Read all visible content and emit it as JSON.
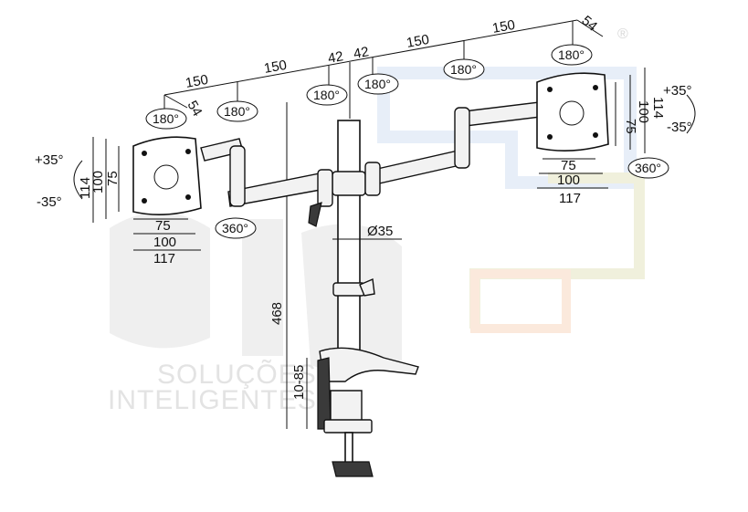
{
  "watermark": {
    "logo": "elg",
    "line1": "SOLUÇÕES",
    "line2": "INTELIGENTES",
    "registered": "®"
  },
  "dimensions": {
    "arm_left_outer": "150",
    "arm_left_inner": "150",
    "arm_right_inner": "150",
    "arm_right_outer": "150",
    "center_left": "42",
    "center_right": "42",
    "plate_offset_left": "54",
    "plate_offset_right": "54",
    "pole_diameter": "Ø35",
    "pole_height": "468",
    "clamp_range": "10-85"
  },
  "left_plate": {
    "h114": "114",
    "h100": "100",
    "h75": "75",
    "w75": "75",
    "w100": "100",
    "w117": "117",
    "tilt_up": "+35°",
    "tilt_down": "-35°",
    "rotate": "360°",
    "swivel": "180°"
  },
  "right_plate": {
    "h114": "114",
    "h100": "100",
    "h75": "75",
    "w75": "75",
    "w100": "100",
    "w117": "117",
    "tilt_up": "+35°",
    "tilt_down": "-35°",
    "rotate": "360°",
    "swivel": "180°"
  },
  "swivels": {
    "left_arm_joint": "180°",
    "left_elbow": "180°",
    "center_right": "180°",
    "right_elbow": "180°"
  }
}
